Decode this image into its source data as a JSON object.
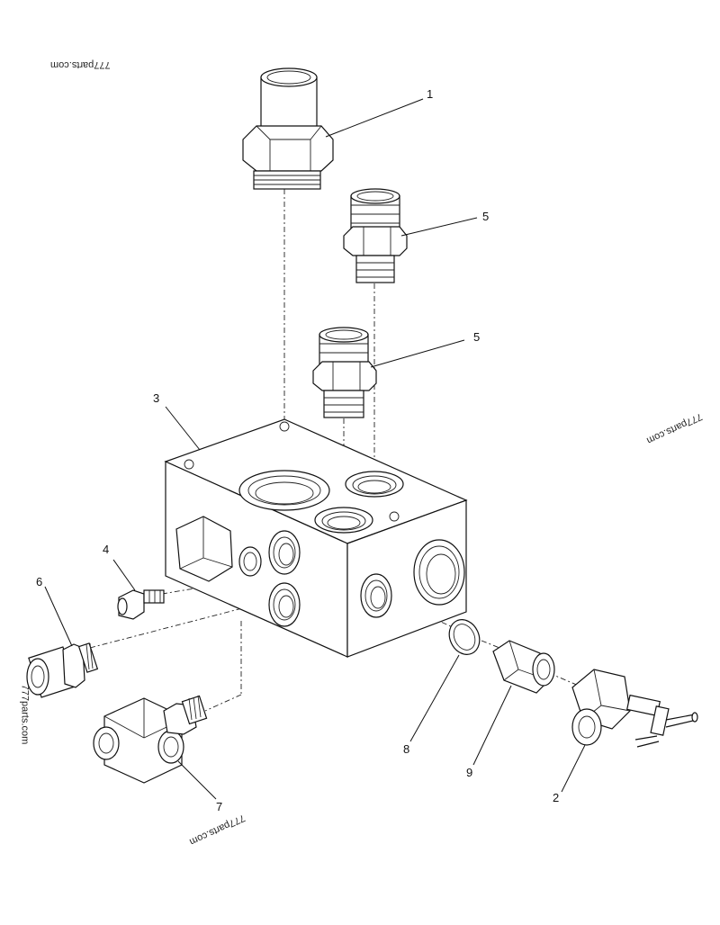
{
  "callouts": {
    "c1": "1",
    "c2": "2",
    "c3": "3",
    "c4": "4",
    "c5a": "5",
    "c5b": "5",
    "c6": "6",
    "c7": "7",
    "c8": "8",
    "c9": "9"
  },
  "watermarks": {
    "top_left": "777parts.com",
    "right": "777parts.com",
    "left": "777parts.com",
    "bottom": "777parts.com"
  }
}
